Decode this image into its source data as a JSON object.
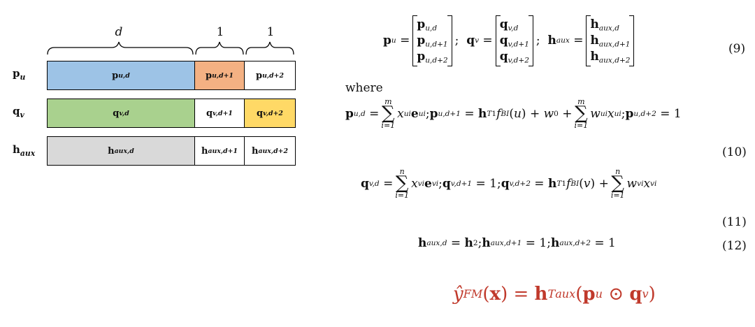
{
  "diagram": {
    "dim_labels": {
      "d": "d",
      "one_a": "1",
      "one_b": "1"
    },
    "rows": [
      {
        "label_main": "p",
        "label_sub": "u",
        "cells": [
          {
            "main": "p",
            "sub": "u,d",
            "color": "#9dc3e6"
          },
          {
            "main": "p",
            "sub": "u,d+1",
            "color": "#f4b183"
          },
          {
            "main": "p",
            "sub": "u,d+2",
            "color": "#ffffff"
          }
        ]
      },
      {
        "label_main": "q",
        "label_sub": "v",
        "cells": [
          {
            "main": "q",
            "sub": "v,d",
            "color": "#a9d18e"
          },
          {
            "main": "q",
            "sub": "v,d+1",
            "color": "#ffffff"
          },
          {
            "main": "q",
            "sub": "v,d+2",
            "color": "#ffd966"
          }
        ]
      },
      {
        "label_main": "h",
        "label_sub": "aux",
        "cells": [
          {
            "main": "h",
            "sub": "aux,d",
            "color": "#d9d9d9"
          },
          {
            "main": "h",
            "sub": "aux,d+1",
            "color": "#ffffff"
          },
          {
            "main": "h",
            "sub": "aux,d+2",
            "color": "#ffffff"
          }
        ]
      }
    ]
  },
  "text": {
    "where": "where",
    "eq_numbers": [
      "(9)",
      "(10)",
      "(11)",
      "(12)"
    ]
  },
  "colors": {
    "formula_red": "#c0392b"
  }
}
